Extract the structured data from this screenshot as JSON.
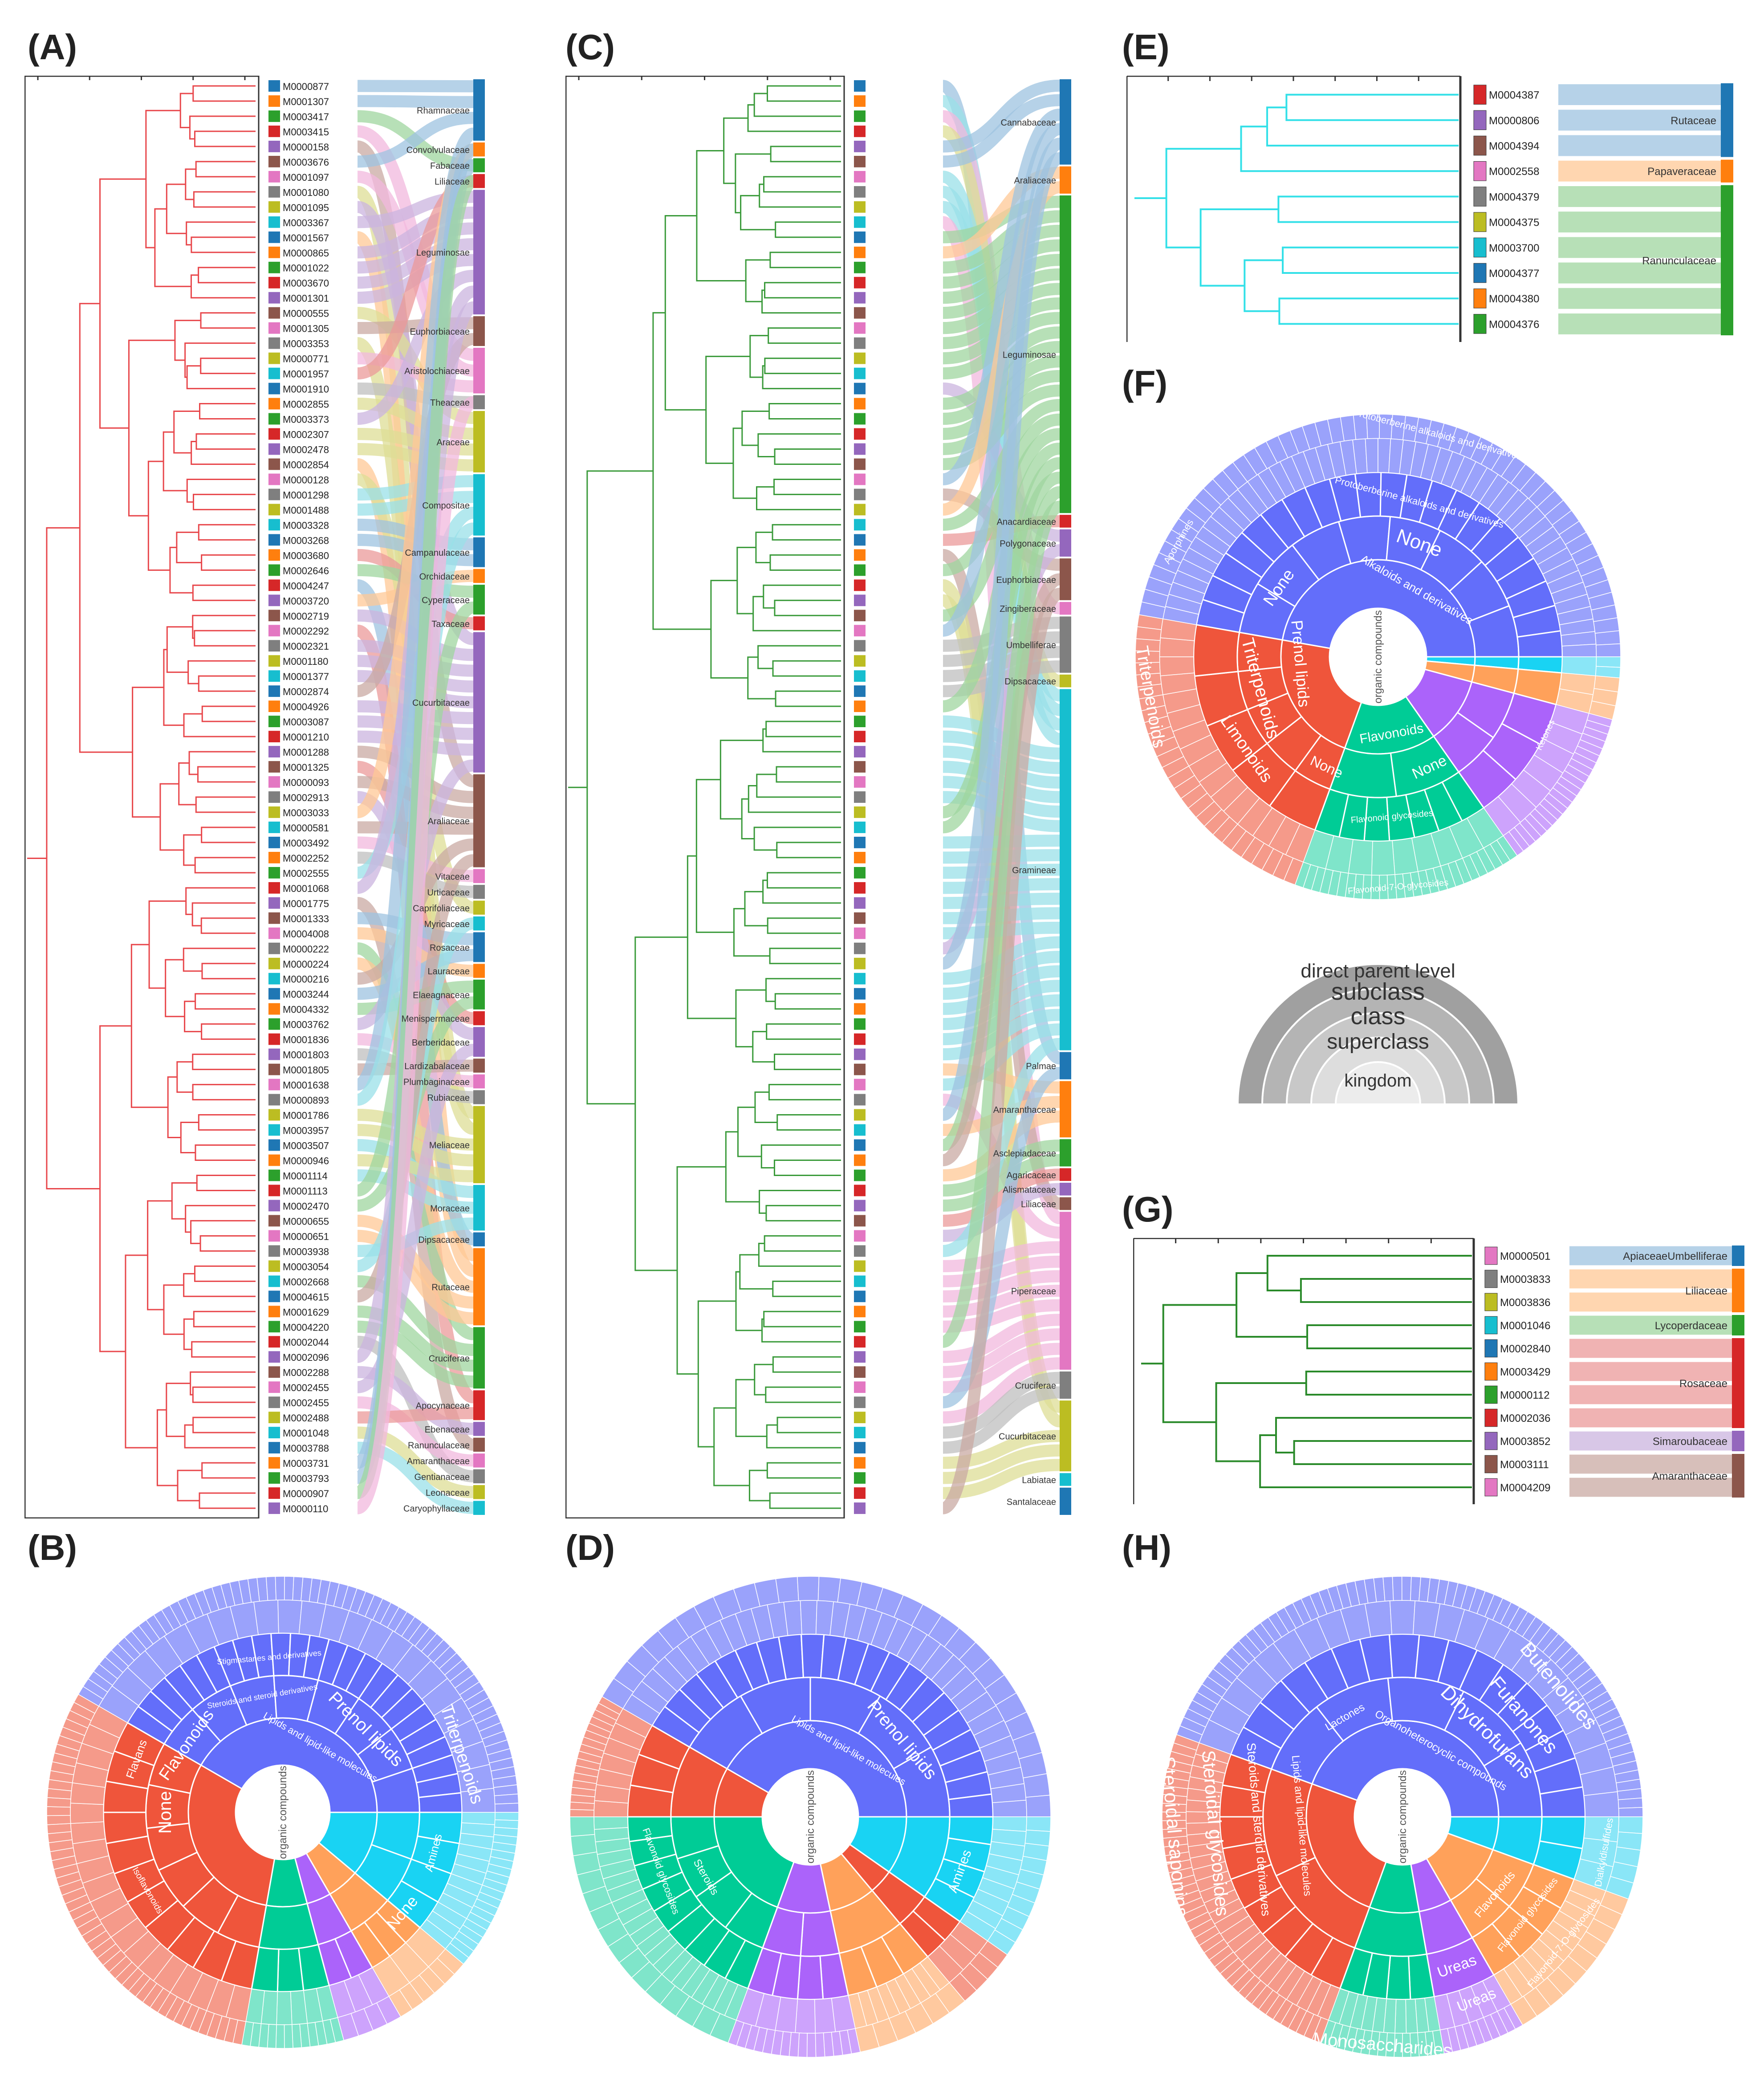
{
  "panels": {
    "A": "(A)",
    "B": "(B)",
    "C": "(C)",
    "D": "(D)",
    "E": "(E)",
    "F": "(F)",
    "G": "(G)",
    "H": "(H)"
  },
  "legend_ring": {
    "levels": [
      "direct parent level",
      "subclass",
      "class",
      "superclass",
      "kingdom"
    ]
  },
  "chart_data": [
    {
      "panel": "A",
      "type": "dendrogram-sankey",
      "tree_color": "#e8474b",
      "leaves": [
        "M0000877",
        "M0001307",
        "M0003417",
        "M0003415",
        "M0000158",
        "M0003676",
        "M0001097",
        "M0001080",
        "M0001095",
        "M0003367",
        "M0001567",
        "M0000865",
        "M0001022",
        "M0003670",
        "M0001301",
        "M0000555",
        "M0001305",
        "M0003353",
        "M0000771",
        "M0001957",
        "M0001910",
        "M0002855",
        "M0003373",
        "M0002307",
        "M0002478",
        "M0002854",
        "M0000128",
        "M0001298",
        "M0001488",
        "M0003328",
        "M0003268",
        "M0003680",
        "M0002646",
        "M0004247",
        "M0003720",
        "M0002719",
        "M0002292",
        "M0002321",
        "M0001180",
        "M0001377",
        "M0002874",
        "M0004926",
        "M0003087",
        "M0001210",
        "M0001288",
        "M0001325",
        "M0000093",
        "M0002913",
        "M0003033",
        "M0000581",
        "M0003492",
        "M0002252",
        "M0002555",
        "M0001068",
        "M0001775",
        "M0001333",
        "M0004008",
        "M0000222",
        "M0000224",
        "M0000216",
        "M0003244",
        "M0004332",
        "M0003762",
        "M0001836",
        "M0001803",
        "M0001805",
        "M0001638",
        "M0000893",
        "M0001786",
        "M0003957",
        "M0003507",
        "M0000946",
        "M0001114",
        "M0001113",
        "M0002470",
        "M0000655",
        "M0000651",
        "M0003938",
        "M0003054",
        "M0002668",
        "M0004615",
        "M0001629",
        "M0004220",
        "M0002044",
        "M0002096",
        "M0002288",
        "M0002455",
        "M0002455",
        "M0002488",
        "M0001048",
        "M0003788",
        "M0003731",
        "M0003793",
        "M0000907",
        "M0000110"
      ],
      "families": [
        "Rhamnaceae",
        "Convolvulaceae",
        "Fabaceae",
        "Liliaceae",
        "Leguminosae",
        "Euphorbiaceae",
        "Aristolochiaceae",
        "Theaceae",
        "Araceae",
        "Compositae",
        "Campanulaceae",
        "Orchidaceae",
        "Cyperaceae",
        "Taxaceae",
        "Cucurbitaceae",
        "Araliaceae",
        "Vitaceae",
        "Urticaceae",
        "Caprifoliaceae",
        "Myricaceae",
        "Rosaceae",
        "Lauraceae",
        "Elaeagnaceae",
        "Menispermaceae",
        "Berberidaceae",
        "Lardizabalaceae",
        "Plumbaginaceae",
        "Rubiaceae",
        "Meliaceae",
        "Moraceae",
        "Dipsacaceae",
        "Rutaceae",
        "Cruciferae",
        "Apocynaceae",
        "Ebenaceae",
        "Ranunculaceae",
        "Amaranthaceae",
        "Gentianaceae",
        "Leonaceae",
        "Caryophyllaceae"
      ]
    },
    {
      "panel": "B",
      "type": "sunburst",
      "center": "organic compounds",
      "labels": [
        "Lipids and lipid-like molecules",
        "Prenol lipids",
        "Triterpenoids",
        "Steroids and steroid derivatives",
        "Stigmastanes and derivatives",
        "Flavonoids",
        "None",
        "Flavans",
        "Isoflavonoids",
        "Amines",
        "None"
      ]
    },
    {
      "panel": "C",
      "type": "dendrogram-sankey",
      "tree_color": "#3a9a3a",
      "families": [
        "Cannabaceae",
        "Araliaceae",
        "Leguminosae",
        "Anacardiaceae",
        "Polygonaceae",
        "Euphorbiaceae",
        "Zingiberaceae",
        "Umbelliferae",
        "Dipsacaceae",
        "Gramineae",
        "Palmae",
        "Amaranthaceae",
        "Asclepiadaceae",
        "Agaricaceae",
        "Alismataceae",
        "Liliaceae",
        "Piperaceae",
        "Cruciferae",
        "Cucurbitaceae",
        "Labiatae",
        "Santalaceae"
      ]
    },
    {
      "panel": "D",
      "type": "sunburst",
      "center": "organic compounds",
      "labels": [
        "Lipids and lipid-like molecules",
        "Prenol lipids",
        "Amines",
        "Steroids",
        "Flavonoid glycosides"
      ]
    },
    {
      "panel": "E",
      "type": "dendrogram-sankey",
      "tree_color": "#33e0e8",
      "leaves": [
        {
          "id": "M0004387",
          "color": "#d62728"
        },
        {
          "id": "M0000806",
          "color": "#9467bd"
        },
        {
          "id": "M0004394",
          "color": "#8c564b"
        },
        {
          "id": "M0002558",
          "color": "#e377c2"
        },
        {
          "id": "M0004379",
          "color": "#7f7f7f"
        },
        {
          "id": "M0004375",
          "color": "#bcbd22"
        },
        {
          "id": "M0003700",
          "color": "#17becf"
        },
        {
          "id": "M0004377",
          "color": "#1f77b4"
        },
        {
          "id": "M0004380",
          "color": "#ff7f0e"
        },
        {
          "id": "M0004376",
          "color": "#2ca02c"
        }
      ],
      "families": [
        {
          "name": "Rutaceae",
          "color": "#1f77b4",
          "flow": "#9ec3e0",
          "leaves": [
            0,
            1,
            2
          ]
        },
        {
          "name": "Papaveraceae",
          "color": "#ff7f0e",
          "flow": "#ffc896",
          "leaves": [
            3
          ]
        },
        {
          "name": "Ranunculaceae",
          "color": "#2ca02c",
          "flow": "#9fd69f",
          "leaves": [
            4,
            5,
            6,
            7,
            8,
            9
          ]
        }
      ]
    },
    {
      "panel": "F",
      "type": "sunburst",
      "center": "organic compounds",
      "labels": [
        "Alkaloids and derivatives",
        "Protoberberine alkaloids and derivatives",
        "None",
        "Protoberberine alkaloids and derivatives",
        "Aporphines",
        "None",
        "Triterpenoids",
        "Prenol lipids",
        "Triterpenoids",
        "Limonoids",
        "None",
        "Flavonoids",
        "None",
        "Flavonoid glycosides",
        "Flavonoid-7-O-glycosides",
        "Ketones"
      ]
    },
    {
      "panel": "G",
      "type": "dendrogram-sankey",
      "tree_color": "#2a8a2a",
      "leaves": [
        {
          "id": "M0000501",
          "color": "#e377c2"
        },
        {
          "id": "M0003833",
          "color": "#7f7f7f"
        },
        {
          "id": "M0003836",
          "color": "#bcbd22"
        },
        {
          "id": "M0001046",
          "color": "#17becf"
        },
        {
          "id": "M0002840",
          "color": "#1f77b4"
        },
        {
          "id": "M0003429",
          "color": "#ff7f0e"
        },
        {
          "id": "M0000112",
          "color": "#2ca02c"
        },
        {
          "id": "M0002036",
          "color": "#d62728"
        },
        {
          "id": "M0003852",
          "color": "#9467bd"
        },
        {
          "id": "M0003111",
          "color": "#8c564b"
        },
        {
          "id": "M0004209",
          "color": "#e377c2"
        }
      ],
      "families": [
        {
          "name": "ApiaceaeUmbelliferae",
          "color": "#1f77b4",
          "flow": "#9ec3e0",
          "leaves": [
            0
          ]
        },
        {
          "name": "Liliaceae",
          "color": "#ff7f0e",
          "flow": "#ffc896",
          "leaves": [
            1,
            2
          ]
        },
        {
          "name": "Lycoperdaceae",
          "color": "#2ca02c",
          "flow": "#9fd69f",
          "leaves": [
            3
          ]
        },
        {
          "name": "Rosaceae",
          "color": "#d62728",
          "flow": "#eb9a9a",
          "leaves": [
            4,
            5,
            6,
            7
          ]
        },
        {
          "name": "Simaroubaceae",
          "color": "#9467bd",
          "flow": "#cbb4df",
          "leaves": [
            8
          ]
        },
        {
          "name": "Amaranthaceae",
          "color": "#8c564b",
          "flow": "#c9aaa3",
          "leaves": [
            9,
            10
          ]
        }
      ]
    },
    {
      "panel": "H",
      "type": "sunburst",
      "center": "organic compounds",
      "labels": [
        "Organoheterocyclic compounds",
        "Dihydrofurans",
        "Furanones",
        "Butenolides",
        "Lactones",
        "Steroidal saponins",
        "Steroidal glycosides",
        "Steroids and steroid derivatives",
        "Lipids and lipid-like molecules",
        "Monosaccharides",
        "Ureas",
        "Ureas",
        "Flavonoids",
        "Flavonoid glycosides",
        "Flavonoid-7-O-glycosides",
        "Dialkyldisulfides"
      ]
    }
  ]
}
